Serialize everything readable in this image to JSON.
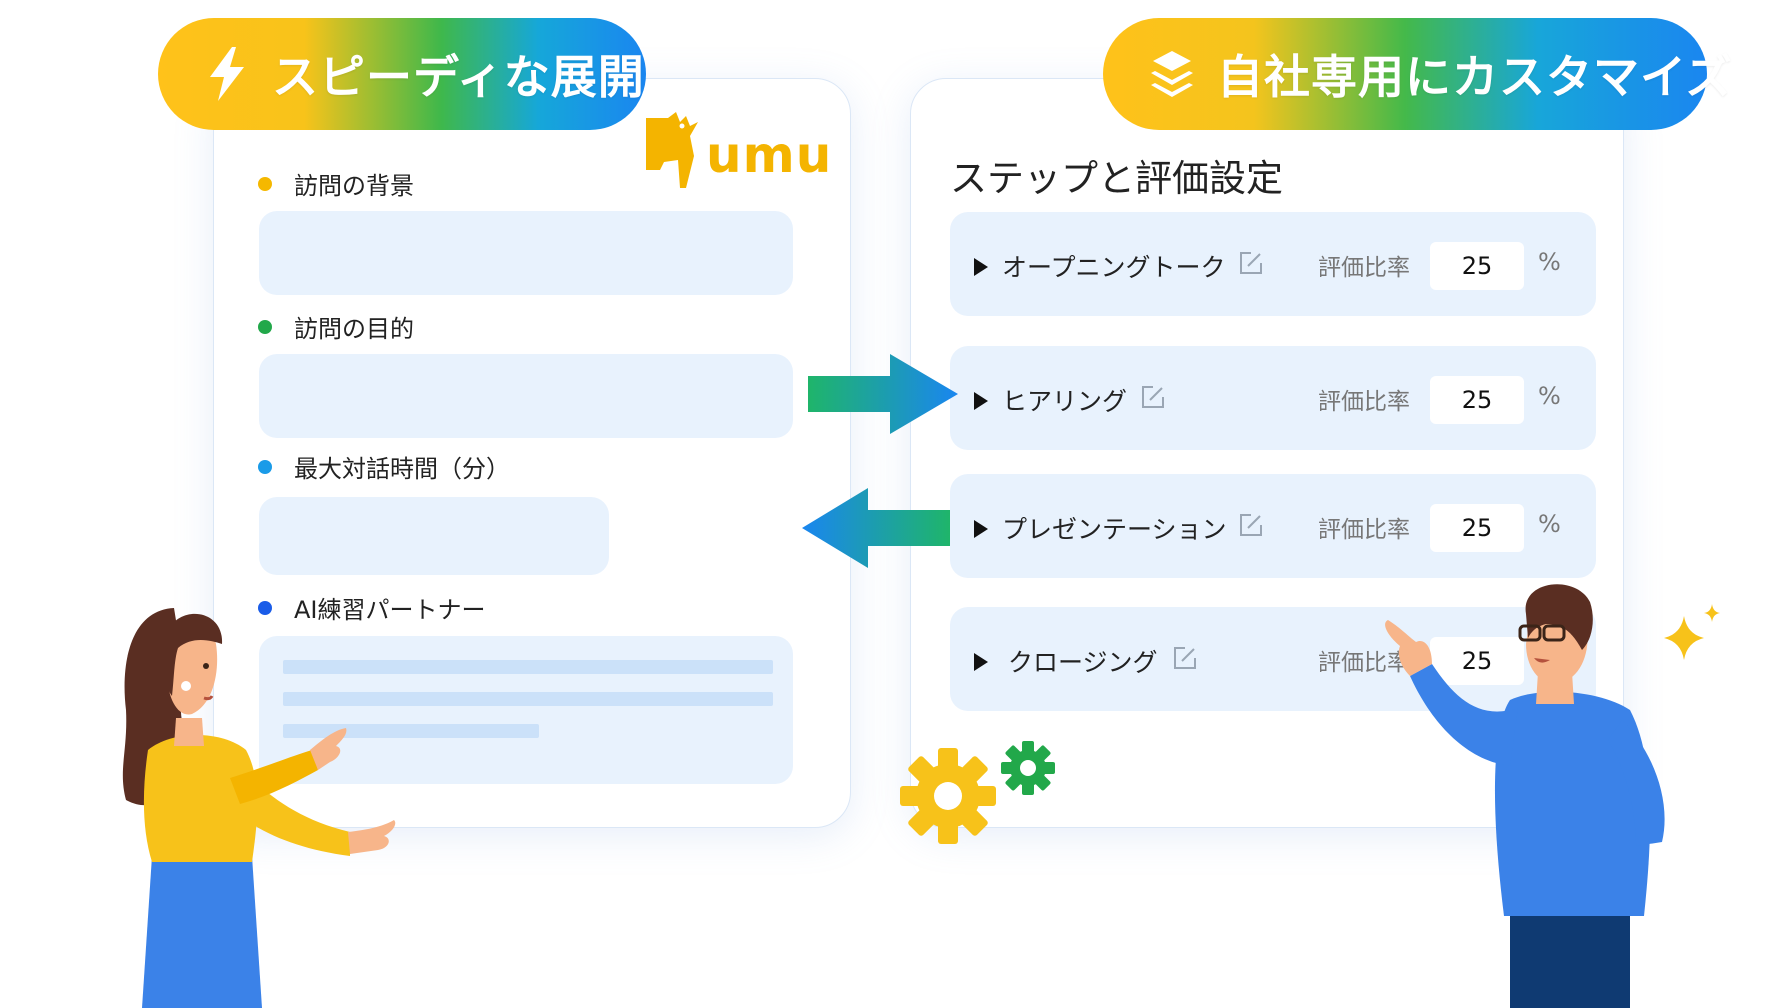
{
  "header": {
    "left_pill_text": "スピーディな展開",
    "left_pill_icon": "lightning-icon",
    "right_pill_text": "自社専用にカスタマイズ",
    "right_pill_icon": "layers-icon"
  },
  "logo": {
    "text": "umu",
    "color": "#f4b400"
  },
  "left_form": {
    "fields": [
      {
        "label": "訪問の背景",
        "dot_color": "#f5b800"
      },
      {
        "label": "訪問の目的",
        "dot_color": "#22a84a"
      },
      {
        "label": "最大対話時間（分）",
        "dot_color": "#1a9be8"
      },
      {
        "label": "AI練習パートナー",
        "dot_color": "#1a5ce8"
      }
    ]
  },
  "right_panel": {
    "title": "ステップと評価設定",
    "steps": [
      {
        "name": "オープニングトーク",
        "rate_label": "評価比率",
        "rate_value": "25",
        "unit": "%"
      },
      {
        "name": "ヒアリング",
        "rate_label": "評価比率",
        "rate_value": "25",
        "unit": "%"
      },
      {
        "name": "プレゼンテーション",
        "rate_label": "評価比率",
        "rate_value": "25",
        "unit": "%"
      },
      {
        "name": "クロージング",
        "rate_label": "評価比率",
        "rate_value": "25",
        "unit": "%"
      }
    ]
  },
  "colors": {
    "accent_blue": "#1a86f0",
    "accent_green": "#22a84a",
    "accent_yellow": "#ffc21a",
    "field_bg": "#e8f2fd"
  }
}
